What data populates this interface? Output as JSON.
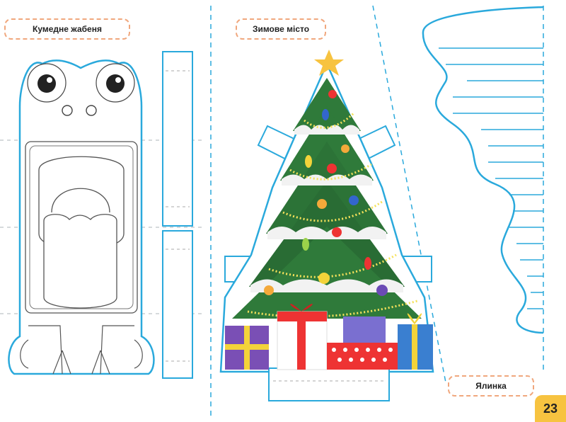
{
  "labels": {
    "frog": "Кумедне жабеня",
    "winter_city": "Зимове місто",
    "tree": "Ялинка"
  },
  "page_number": "23",
  "colors": {
    "cut_line": "#2aa9dc",
    "fold_line": "#9aa0a6",
    "label_border": "#f0a77d",
    "page_badge": "#f7c340",
    "tree_green": "#2f7a3a"
  }
}
